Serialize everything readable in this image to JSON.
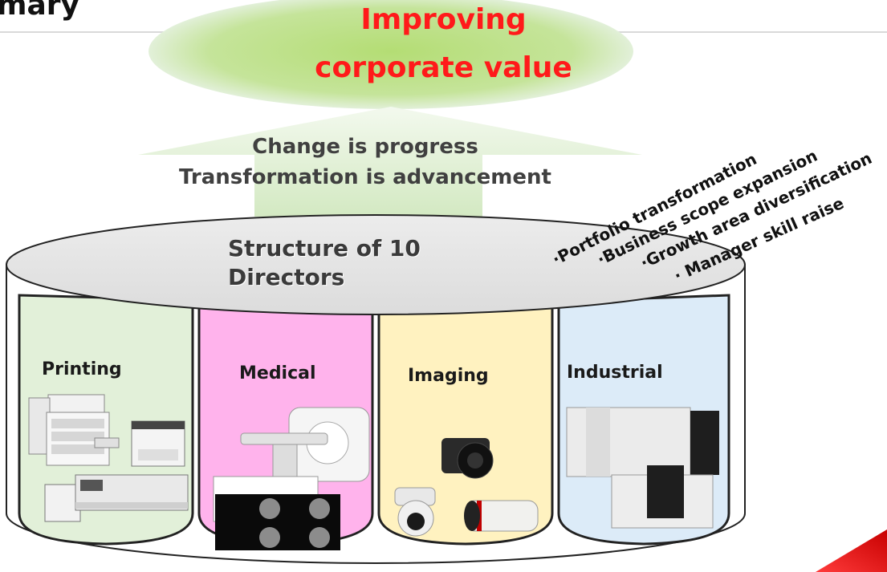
{
  "header": {
    "title": "mary"
  },
  "goal": {
    "line1": "Improving",
    "line2": "corporate value"
  },
  "arrow": {
    "line1": "Change is progress",
    "line2": "Transformation is advancement"
  },
  "structure": {
    "line1": "Structure of 10",
    "line2": "Directors"
  },
  "initiatives": [
    "·Portfolio transformation",
    "·Business scope expansion",
    "·Growth area diversification",
    "· Manager skill raise"
  ],
  "pillars": [
    {
      "label": "Printing",
      "color": "#e2f0d9"
    },
    {
      "label": "Medical",
      "color": "#ffb3ec"
    },
    {
      "label": "Imaging",
      "color": "#fff2c0"
    },
    {
      "label": "Industrial",
      "color": "#dcebf8"
    }
  ],
  "colors": {
    "goal_ellipse": "#c5e49a",
    "goal_text": "#ff1a1a",
    "arrow_fill": "#e2f0d9",
    "cylinder_top": "#e6e6e6",
    "brand_accent": "#e00000"
  }
}
